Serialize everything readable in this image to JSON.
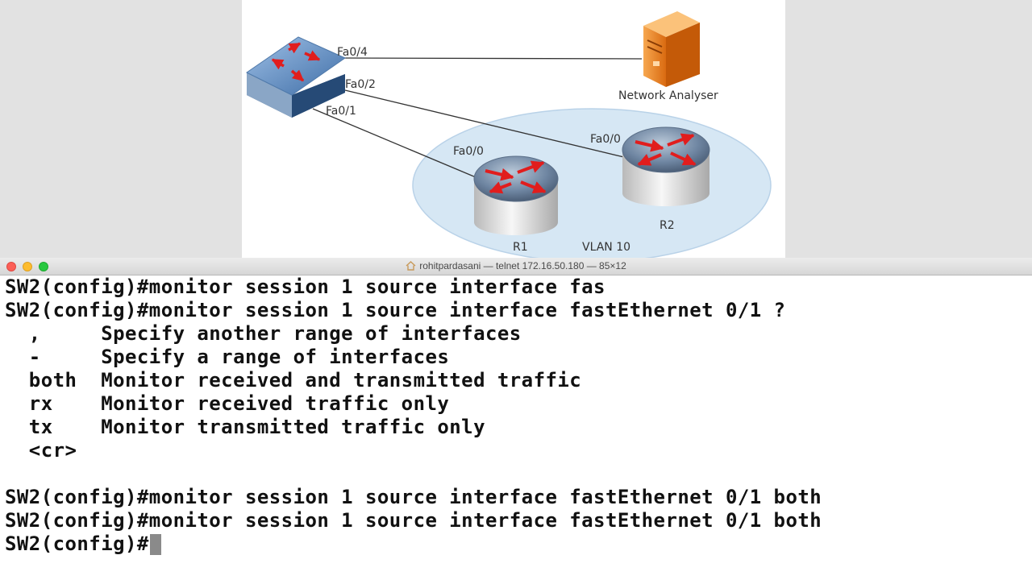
{
  "diagram": {
    "labels": {
      "fa04": "Fa0/4",
      "fa02": "Fa0/2",
      "fa01": "Fa0/1",
      "r1_fa00": "Fa0/0",
      "r2_fa00": "Fa0/0",
      "network_analyser": "Network Analyser",
      "r1": "R1",
      "r2": "R2",
      "vlan": "VLAN 10"
    }
  },
  "terminal": {
    "title": "rohitpardasani — telnet 172.16.50.180 — 85×12",
    "lines": [
      "SW2(config)#monitor session 1 source interface fas",
      "SW2(config)#monitor session 1 source interface fastEthernet 0/1 ?",
      "  ,     Specify another range of interfaces",
      "  -     Specify a range of interfaces",
      "  both  Monitor received and transmitted traffic",
      "  rx    Monitor received traffic only",
      "  tx    Monitor transmitted traffic only",
      "  <cr>",
      "",
      "SW2(config)#monitor session 1 source interface fastEthernet 0/1 both",
      "SW2(config)#monitor session 1 source interface fastEthernet 0/1 both"
    ],
    "prompt": "SW2(config)#"
  },
  "colors": {
    "close": "#fc5f57",
    "minimize": "#fdbc2e",
    "maximize": "#28c840",
    "router_arrow": "#e11d1d",
    "vlan_fill": "#d6e7f4",
    "server": "#f08a24"
  },
  "icons": [
    "home-icon",
    "switch-icon",
    "router-icon",
    "server-icon"
  ]
}
